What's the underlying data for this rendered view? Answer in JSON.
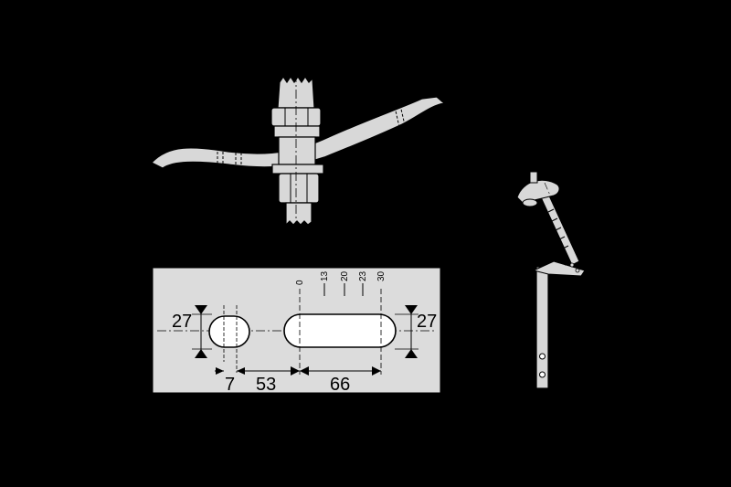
{
  "drawing": {
    "colors": {
      "background": "#000000",
      "part_fill": "#d8d8d8",
      "panel_fill": "#dcdcdc",
      "line": "#000000",
      "slot_fill": "#ffffff"
    },
    "dimensions": {
      "height_left": "27",
      "height_right": "27",
      "width_small": "7",
      "spacing": "53",
      "slot_length": "66"
    },
    "scale_ticks": [
      "0",
      "13",
      "20",
      "23",
      "30"
    ]
  }
}
